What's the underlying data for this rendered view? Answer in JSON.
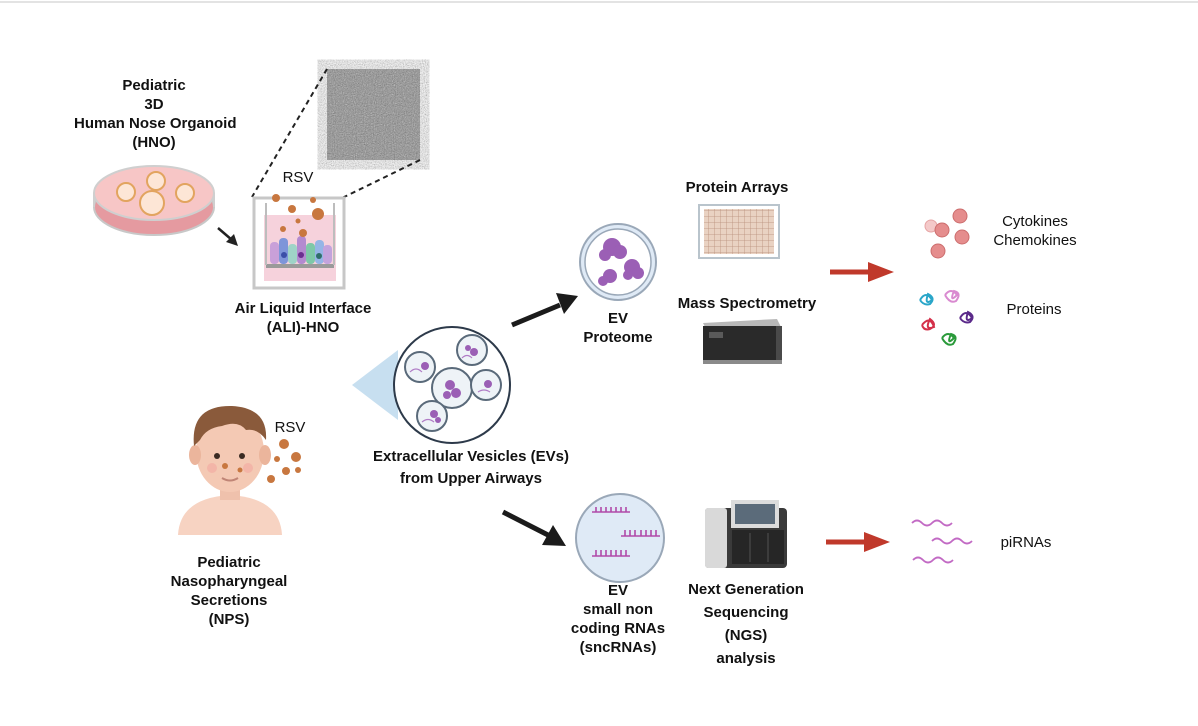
{
  "hno_title": {
    "line1": "Pediatric",
    "line2": "3D",
    "line3": "Human Nose Organoid",
    "line4": "(HNO)"
  },
  "ali_label": {
    "line1": "Air Liquid Interface",
    "line2": "(ALI)-HNO"
  },
  "rsv_top": "RSV",
  "rsv_bottom": "RSV",
  "nps_label": {
    "line1": "Pediatric",
    "line2": "Nasopharyngeal",
    "line3": "Secretions",
    "line4": "(NPS)"
  },
  "ev_label": {
    "line1": "Extracellular Vesicles (EVs)",
    "line2": "from Upper Airways"
  },
  "proteome_label": {
    "line1": "EV",
    "line2": "Proteome"
  },
  "protein_arrays": "Protein Arrays",
  "mass_spec": "Mass Spectrometry",
  "cytokines": {
    "line1": "Cytokines",
    "line2": "Chemokines"
  },
  "proteins": "Proteins",
  "sncrna_label": {
    "line1": "EV",
    "line2": "small non",
    "line3": "coding RNAs",
    "line4": "(sncRNAs)"
  },
  "ngs_label": {
    "line1": "Next Generation",
    "line2": "Sequencing",
    "line3": "(NGS)",
    "line4": "analysis"
  },
  "pirnas": "piRNAs",
  "colors": {
    "vesicle": "#9b5fb5",
    "rsv": "#c8773f",
    "red_arrow": "#c0392b",
    "pink_cell": "#e08585"
  }
}
